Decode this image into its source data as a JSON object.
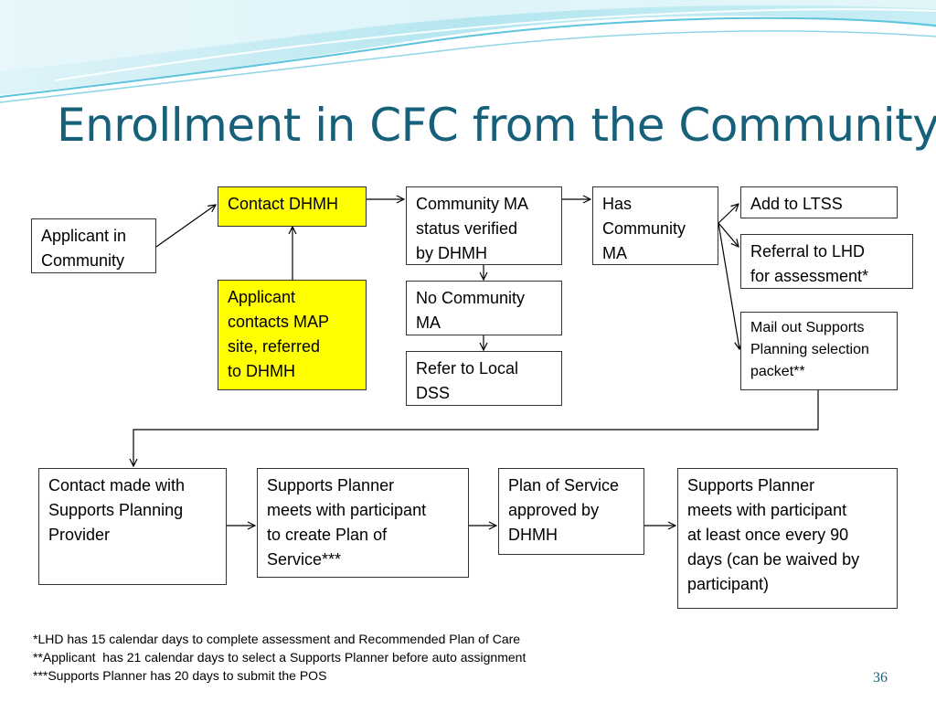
{
  "title": "Enrollment in CFC from the Community",
  "boxes": {
    "applicant_in_community": "Applicant in\nCommunity",
    "contact_dhmh": "Contact DHMH",
    "applicant_contacts_map": "Applicant\ncontacts MAP\nsite, referred\nto DHMH",
    "community_ma_verified": "Community MA\nstatus verified\nby DHMH",
    "no_community_ma": "No Community\nMA",
    "refer_local_dss": "Refer to Local\nDSS",
    "has_community_ma": "Has\nCommunity\nMA",
    "add_to_ltss": "Add to LTSS",
    "referral_lhd": "Referral to LHD\nfor assessment*",
    "mail_out_packet": "Mail out Supports\nPlanning selection\npacket**",
    "contact_supports_provider": "Contact made with\nSupports Planning\nProvider",
    "planner_creates_pos": "Supports Planner\nmeets with participant\nto create Plan of\nService***",
    "pos_approved": "Plan of Service\napproved by\nDHMH",
    "planner_meets_90": "Supports Planner\nmeets with participant\nat least once every 90\ndays (can be waived by\nparticipant)"
  },
  "footnotes": [
    "*LHD has 15 calendar days to complete assessment and Recommended Plan of Care",
    "**Applicant  has 21 calendar days to select a Supports Planner before auto assignment",
    "***Supports Planner has 20 days to submit the POS"
  ],
  "slide_number": "36",
  "colors": {
    "title": "#17607a",
    "highlight_box": "#ffff00",
    "wave_light": "#bfe9f2",
    "wave_dark": "#5cc4dc"
  }
}
